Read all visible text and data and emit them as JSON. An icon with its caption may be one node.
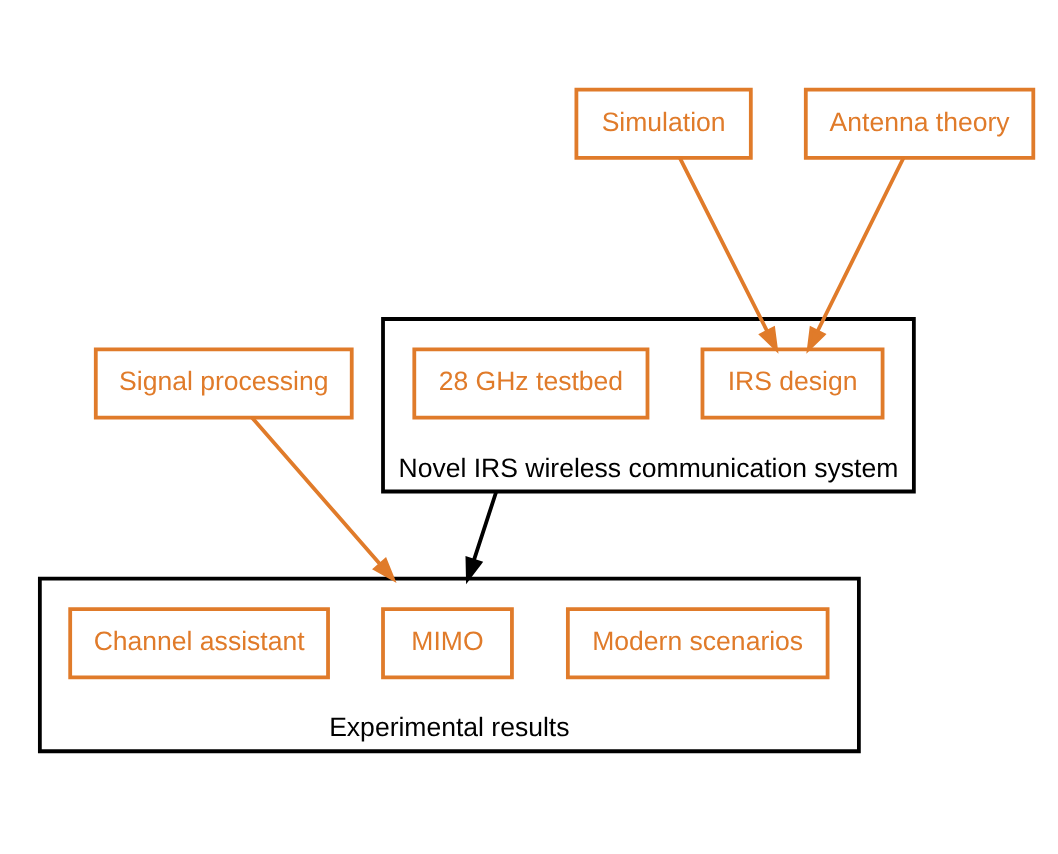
{
  "diagram": {
    "nodes": [
      {
        "text": [
          "Novel IRS wireless communication system"
        ]
      },
      {
        "text": [
          "Simulation"
        ]
      },
      {
        "text": [
          "IRS design"
        ],
        "in": 0
      },
      {
        "text": [
          "Antenna theory"
        ]
      },
      {
        "text": [
          "28 GHz testbed"
        ],
        "in": 0
      },
      {
        "text": [
          "Signal processing"
        ]
      },
      {
        "text": [
          "Experimental results"
        ]
      },
      {
        "text": [
          "Modern scenarios"
        ],
        "in": 6
      },
      {
        "text": [
          "MIMO"
        ],
        "in": 6
      },
      {
        "text": [
          "Channel assistant"
        ],
        "in": 6
      }
    ],
    "edges": [
      {
        "from": 1,
        "to": 2,
        "arrow": "to"
      },
      {
        "from": 3,
        "to": 2,
        "arrow": "to"
      },
      {
        "from": 0,
        "to": 6,
        "arrow": "to",
        "color": "#000000"
      },
      {
        "from": 5,
        "to": 6,
        "arrow": "to"
      }
    ]
  }
}
